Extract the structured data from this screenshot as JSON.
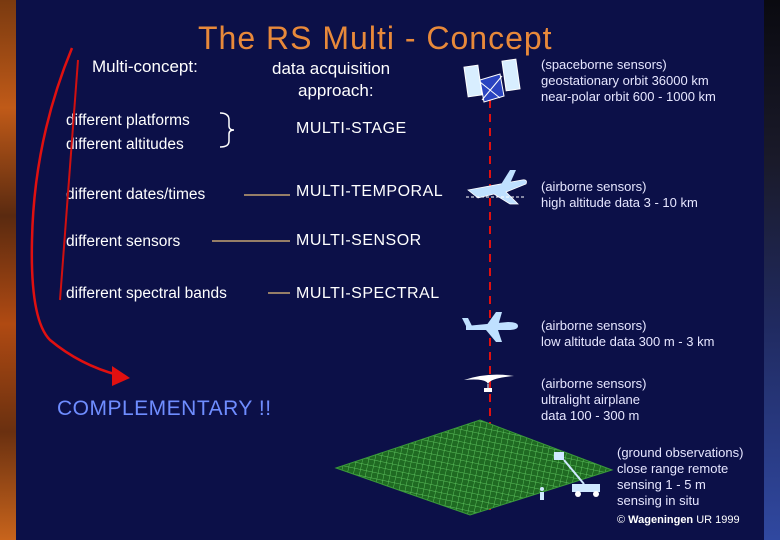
{
  "title": "The RS Multi - Concept",
  "headers": {
    "multi_concept": "Multi-concept:",
    "data_acq_line1": "data acquisition",
    "data_acq_line2": "approach:"
  },
  "concepts": {
    "platforms": "different platforms",
    "altitudes": "different altitudes",
    "dates": "different dates/times",
    "sensors": "different sensors",
    "spectral": "different spectral bands"
  },
  "stages": {
    "stage": "MULTI-STAGE",
    "temporal": "MULTI-TEMPORAL",
    "sensor": "MULTI-SENSOR",
    "spectral": "MULTI-SPECTRAL"
  },
  "complementary": "COMPLEMENTARY !!",
  "platforms": {
    "spaceborne": [
      "(spaceborne sensors)",
      "geostationary orbit 36000 km",
      "near-polar orbit 600 - 1000 km"
    ],
    "airborne_high": [
      "(airborne sensors)",
      "high altitude data 3 - 10 km"
    ],
    "airborne_low": [
      "(airborne sensors)",
      "low altitude data 300 m - 3 km"
    ],
    "ultralight": [
      "(airborne sensors)",
      "ultralight airplane",
      "data 100 - 300 m"
    ],
    "ground": [
      "(ground observations)",
      "close range remote",
      "sensing 1 - 5 m",
      "sensing in situ"
    ]
  },
  "copyright": {
    "symbol": "©",
    "org": "Wageningen",
    "rest": "UR 1999"
  },
  "colors": {
    "title": "#e8893a",
    "arrow": "#e01010",
    "complementary": "#6f8dff",
    "vertical_dash": "#e01010",
    "field": "#2a7a2a"
  }
}
